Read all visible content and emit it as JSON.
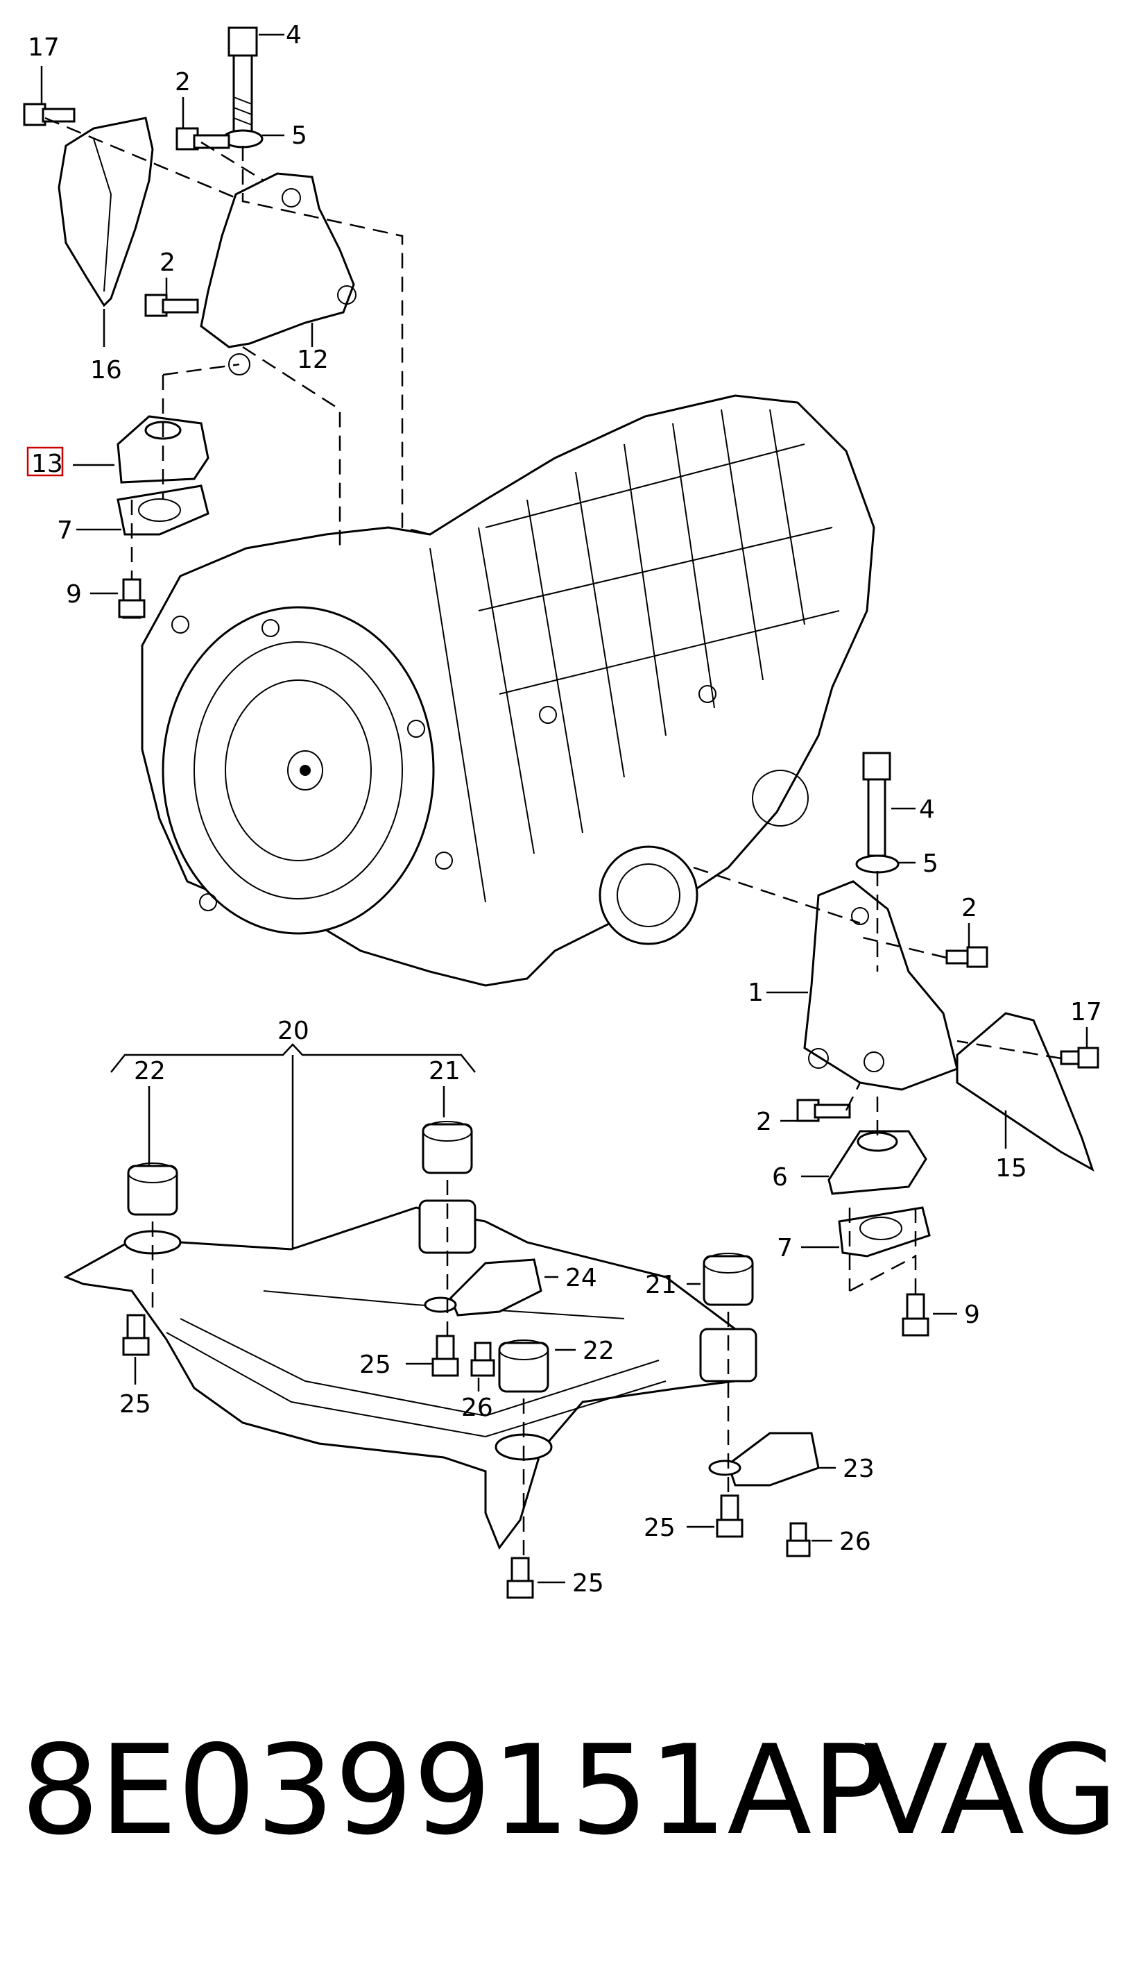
{
  "diagram": {
    "callouts": [
      "17",
      "4",
      "2",
      "5",
      "2",
      "16",
      "12",
      "13",
      "7",
      "9",
      "4",
      "5",
      "2",
      "1",
      "17",
      "2",
      "6",
      "15",
      "7",
      "9",
      "20",
      "22",
      "21",
      "24",
      "21",
      "25",
      "22",
      "25",
      "26",
      "23",
      "25",
      "26",
      "25"
    ],
    "highlight_color": "#cc0000"
  },
  "caption": {
    "part_number": "8E0399151AP",
    "brand": "VAG"
  }
}
